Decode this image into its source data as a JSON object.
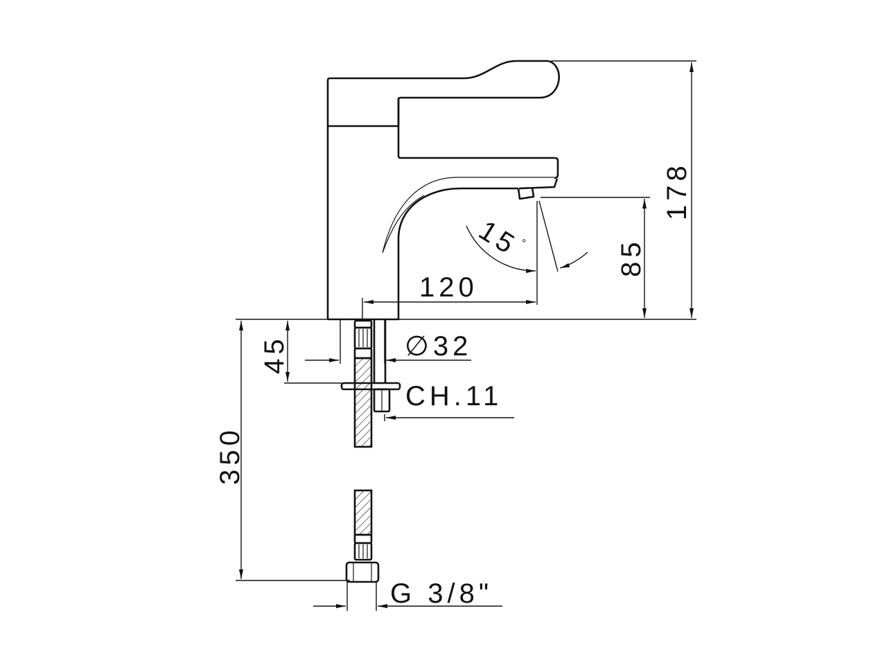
{
  "drawing": {
    "colors": {
      "line": "#111111",
      "background": "#ffffff"
    },
    "dimensions": {
      "total_height": "178",
      "spout_height": "85",
      "spout_reach": "120",
      "angle": "15",
      "angle_unit": "°",
      "base_diameter": "∅32",
      "thread_length": "45",
      "wrench_size": "CH.11",
      "hose_length": "350",
      "connection": "G 3/8\""
    }
  }
}
